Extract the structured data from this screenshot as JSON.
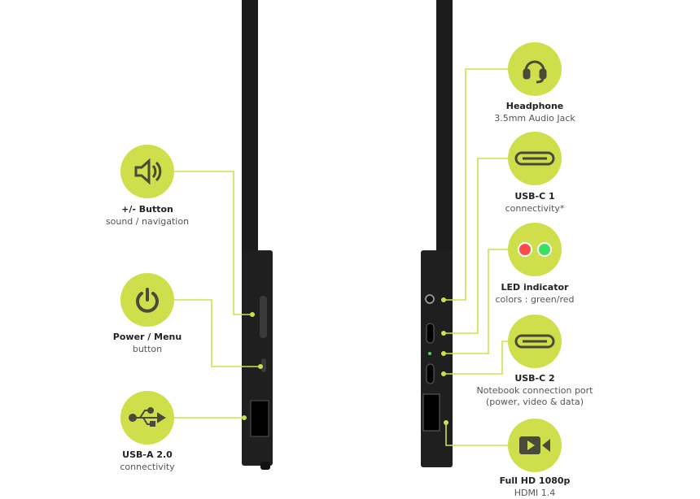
{
  "colors": {
    "accent": "#cfdf4c",
    "device": "#1c1c1c",
    "led_red": "#ff4a4a",
    "led_green": "#3be060"
  },
  "left_features": [
    {
      "icon": "speaker-icon",
      "title": "+/- Button",
      "subtitle": "sound / navigation"
    },
    {
      "icon": "power-icon",
      "title": "Power / Menu",
      "subtitle": "button"
    },
    {
      "icon": "usb-icon",
      "title": "USB-A 2.0",
      "subtitle": "connectivity"
    }
  ],
  "right_features": [
    {
      "icon": "headphone-icon",
      "title": "Headphone",
      "subtitle": "3.5mm Audio Jack"
    },
    {
      "icon": "usb-c-icon",
      "title": "USB-C 1",
      "subtitle": "connectivity*"
    },
    {
      "icon": "led-icon",
      "title": "LED indicator",
      "subtitle": "colors : green/red"
    },
    {
      "icon": "usb-c-icon",
      "title": "USB-C 2",
      "subtitle": "Notebook connection port",
      "subtitle2": "(power, video & data)"
    },
    {
      "icon": "video-camera-icon",
      "title": "Full HD 1080p",
      "subtitle": "HDMI 1.4"
    }
  ]
}
